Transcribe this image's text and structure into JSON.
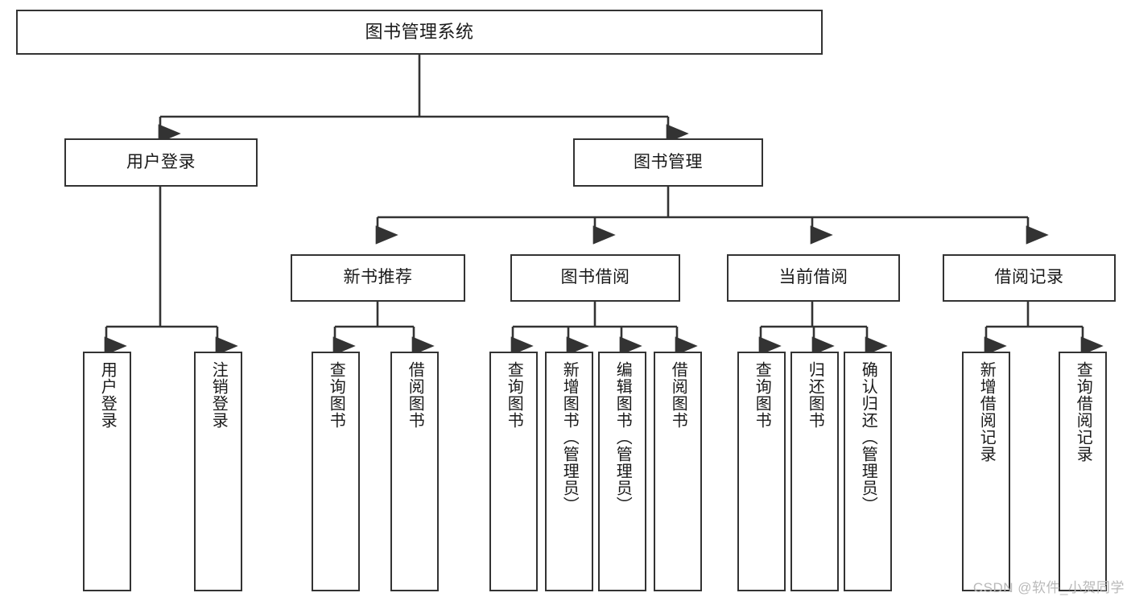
{
  "diagram": {
    "title": "图书管理系统",
    "type": "tree",
    "orientation": "top-down",
    "line_color": "#333333",
    "box_fill": "#ffffff",
    "text_color": "#1a1a1a",
    "root": {
      "id": "root",
      "label": "图书管理系统"
    },
    "level2": [
      {
        "id": "user-login",
        "label": "用户登录"
      },
      {
        "id": "book-manage",
        "label": "图书管理"
      }
    ],
    "level3": [
      {
        "id": "new-book-rec",
        "label": "新书推荐",
        "parent": "book-manage"
      },
      {
        "id": "book-borrow",
        "label": "图书借阅",
        "parent": "book-manage"
      },
      {
        "id": "current-borrow",
        "label": "当前借阅",
        "parent": "book-manage"
      },
      {
        "id": "borrow-record",
        "label": "借阅记录",
        "parent": "book-manage"
      }
    ],
    "leaves": [
      {
        "id": "leaf-user-login",
        "label": "用户登录",
        "parent": "user-login"
      },
      {
        "id": "leaf-user-logout",
        "label": "注销登录",
        "parent": "user-login"
      },
      {
        "id": "leaf-rec-query-book",
        "label": "查询图书",
        "parent": "new-book-rec"
      },
      {
        "id": "leaf-rec-borrow-book",
        "label": "借阅图书",
        "parent": "new-book-rec"
      },
      {
        "id": "leaf-borrow-query-book",
        "label": "查询图书",
        "parent": "book-borrow"
      },
      {
        "id": "leaf-borrow-add-book",
        "label": "新增图书（管理员）",
        "parent": "book-borrow"
      },
      {
        "id": "leaf-borrow-edit-book",
        "label": "编辑图书（管理员）",
        "parent": "book-borrow"
      },
      {
        "id": "leaf-borrow-borrow-book",
        "label": "借阅图书",
        "parent": "book-borrow"
      },
      {
        "id": "leaf-current-query-book",
        "label": "查询图书",
        "parent": "current-borrow"
      },
      {
        "id": "leaf-current-return-book",
        "label": "归还图书",
        "parent": "current-borrow"
      },
      {
        "id": "leaf-current-confirm-return",
        "label": "确认归还（管理员）",
        "parent": "current-borrow"
      },
      {
        "id": "leaf-record-add",
        "label": "新增借阅记录",
        "parent": "borrow-record"
      },
      {
        "id": "leaf-record-query",
        "label": "查询借阅记录",
        "parent": "borrow-record"
      }
    ]
  },
  "watermark": {
    "text": "CSDN @软件_小贺同学"
  }
}
